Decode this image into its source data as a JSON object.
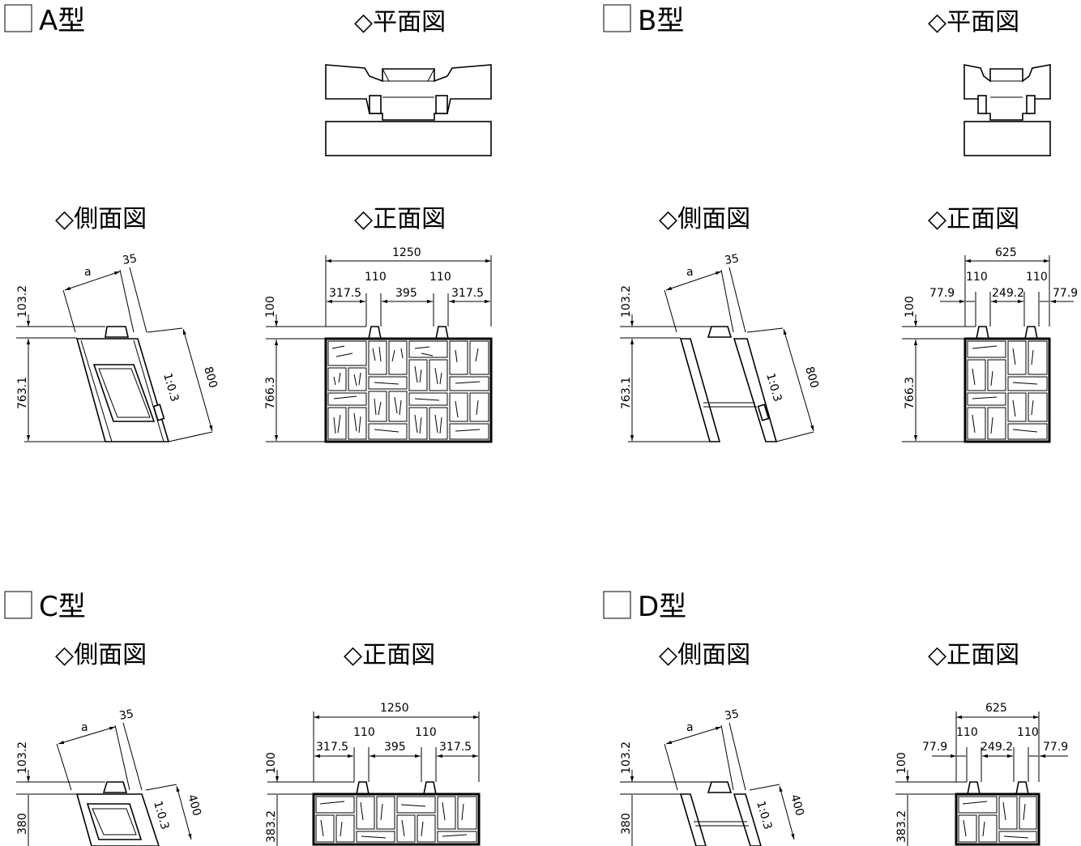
{
  "headers": {
    "a": "A型",
    "b": "B型",
    "c": "C型",
    "d": "D型"
  },
  "subtitles": {
    "plan": "◇平面図",
    "side": "◇側面図",
    "front": "◇正面図"
  },
  "dims": {
    "a_label": "a",
    "d35": "35",
    "d103_2": "103.2",
    "d763_1": "763.1",
    "d800": "800",
    "slope": "1:0.3",
    "d100": "100",
    "d766_3": "766.3",
    "d1250": "1250",
    "d110": "110",
    "d317_5": "317.5",
    "d395": "395",
    "d625": "625",
    "d77_9": "77.9",
    "d249_2": "249.2",
    "d380": "380",
    "d400": "400",
    "d383_2": "383.2"
  }
}
